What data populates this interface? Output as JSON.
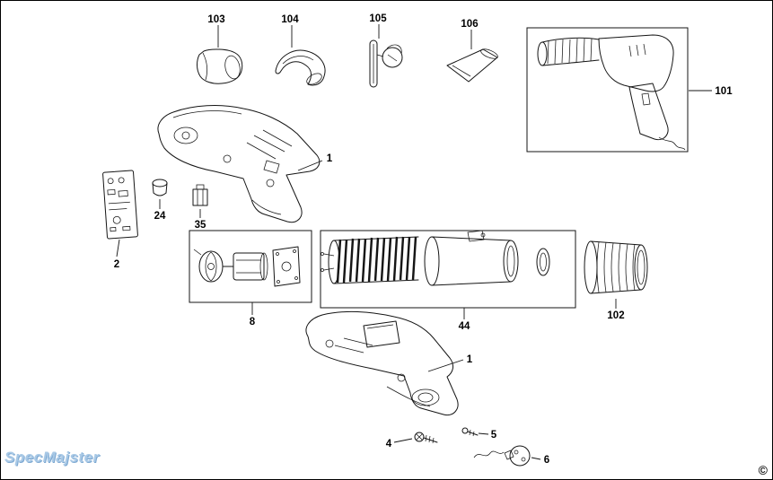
{
  "watermark": {
    "text": "SpecMajster"
  },
  "copyright": {
    "symbol": "©"
  },
  "part_labels": {
    "p103": "103",
    "p104": "104",
    "p105": "105",
    "p106": "106",
    "p101": "101",
    "p1_upper": "1",
    "p24": "24",
    "p35": "35",
    "p2": "2",
    "p8": "8",
    "p44": "44",
    "p102": "102",
    "p1_lower": "1",
    "p4": "4",
    "p5": "5",
    "p6": "6"
  }
}
